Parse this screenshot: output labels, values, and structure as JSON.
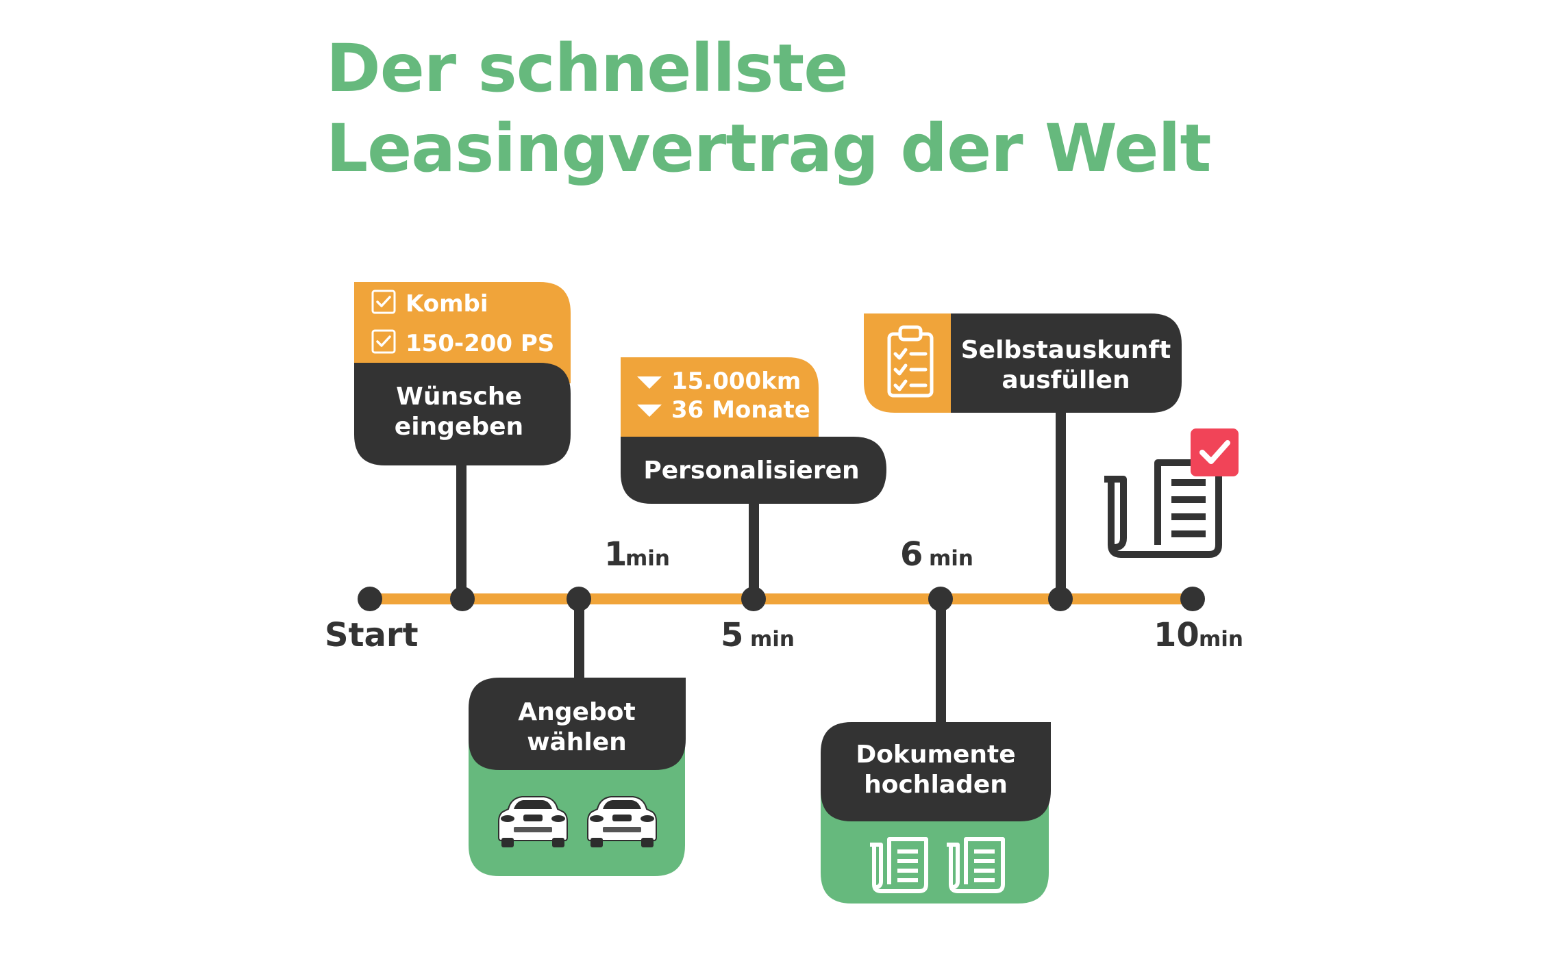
{
  "title": {
    "line1": "Der schnellste",
    "line2": "Leasingvertrag der Welt"
  },
  "colors": {
    "green": "#66b97d",
    "orange": "#f0a43a",
    "dark": "#333333",
    "white": "#ffffff",
    "red": "#f14458"
  },
  "timeline": {
    "start_label": "Start",
    "markers": [
      {
        "value": "1",
        "unit": "min"
      },
      {
        "value": "5",
        "unit": "min"
      },
      {
        "value": "6",
        "unit": "min"
      },
      {
        "value": "10",
        "unit": "min"
      }
    ]
  },
  "steps": [
    {
      "label_line1": "Wünsche",
      "label_line2": "eingeben",
      "options": [
        "Kombi",
        "150-200 PS"
      ],
      "option_icon": "checkbox-icon"
    },
    {
      "label_line1": "Angebot",
      "label_line2": "wählen",
      "icon": "car-icon"
    },
    {
      "label_line1": "Personalisieren",
      "options": [
        "15.000km",
        "36 Monate"
      ],
      "option_icon": "dropdown-triangle-icon"
    },
    {
      "label_line1": "Dokumente",
      "label_line2": "hochladen",
      "icon": "document-icon"
    },
    {
      "label_line1": "Selbstauskunft",
      "label_line2": "ausfüllen",
      "icon": "clipboard-checklist-icon"
    }
  ],
  "final_icon": "approved-document-icon"
}
